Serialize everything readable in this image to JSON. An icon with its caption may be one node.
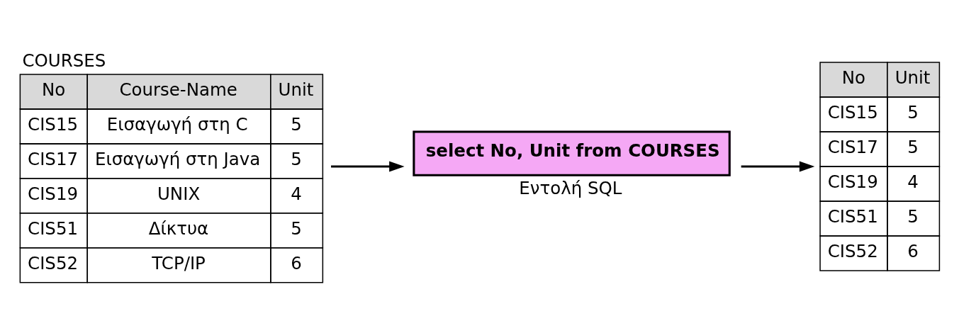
{
  "diagram": {
    "nodes": [
      {
        "text": [
          "COURSES",
          "No",
          "Course-Name",
          "Unit",
          "CIS15",
          "Εισαγωγή στη C",
          "5",
          "CIS17",
          "Εισαγωγή στη Java",
          "5",
          "CIS19",
          "UNIX",
          "4",
          "CIS51",
          "Δίκτυα",
          "5",
          "CIS52",
          "TCP/IP",
          "6"
        ]
      },
      {
        "text": [
          "select No, Unit from COURSES"
        ],
        "beside": [
          "Εντολή SQL"
        ]
      },
      {
        "text": [
          "No",
          "Unit",
          "CIS15",
          "5",
          "CIS17",
          "5",
          "CIS19",
          "4",
          "CIS51",
          "5",
          "CIS52",
          "6"
        ]
      }
    ],
    "edges": [
      {
        "from": 0,
        "to": 1,
        "arrow": "to"
      },
      {
        "from": 1,
        "to": 2,
        "arrow": "to"
      }
    ]
  }
}
